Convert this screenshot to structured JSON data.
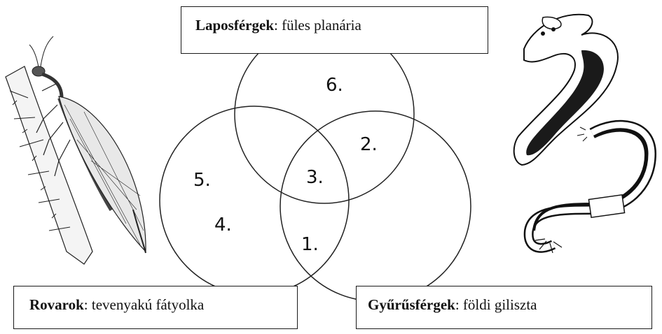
{
  "boxes": {
    "top": {
      "group": "Laposférgek",
      "sep": ": ",
      "example": "füles planária"
    },
    "left": {
      "group": "Rovarok",
      "sep": ": ",
      "example": "tevenyakú fátyolka"
    },
    "right": {
      "group": "Gyűrűsférgek",
      "sep": ": ",
      "example": "földi giliszta"
    }
  },
  "region_numbers": [
    "6.",
    "2.",
    "5.",
    "3.",
    "4.",
    "1."
  ],
  "illustrations": {
    "left": "lacewing-drawing",
    "right_top": "planarian-drawing",
    "right_bottom": "earthworm-drawing"
  }
}
